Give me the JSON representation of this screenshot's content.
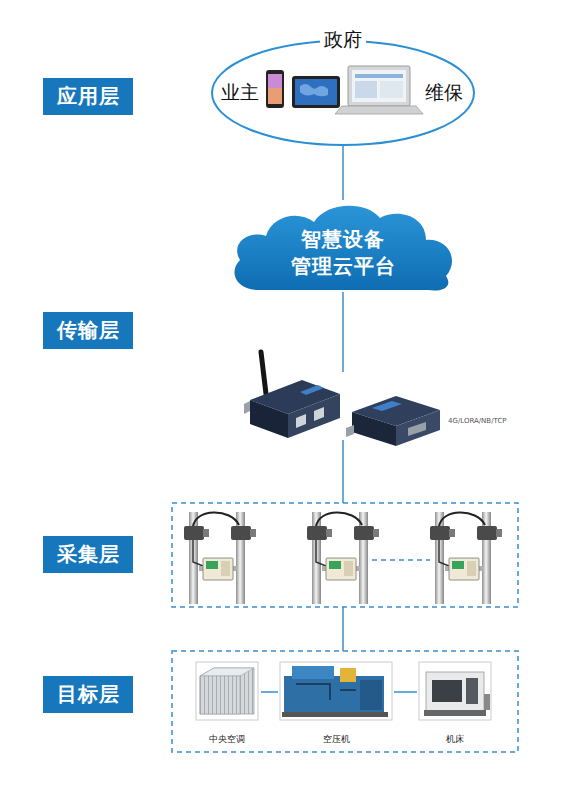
{
  "diagram": {
    "nodes": [
      {
        "text": [
          "应用层"
        ]
      },
      {
        "text": [
          "政府",
          "业主",
          "维保"
        ]
      },
      {
        "text": [
          "智慧设备 管理云平台"
        ]
      },
      {
        "text": [
          "传输层"
        ]
      },
      {
        "text": [
          "采集层"
        ]
      },
      {
        "text": [
          "目标层"
        ]
      },
      {
        "text": [
          "中央空调"
        ]
      },
      {
        "text": [
          "空压机"
        ]
      },
      {
        "text": [
          "机床"
        ]
      }
    ],
    "edges": [
      {
        "from": 1,
        "to": 2,
        "arrow": "none"
      },
      {
        "from": 6,
        "to": 7,
        "arrow": "none"
      },
      {
        "from": 7,
        "to": 8,
        "arrow": "none"
      }
    ],
    "labels": [
      "4G/LORA/NB/TCP"
    ]
  }
}
